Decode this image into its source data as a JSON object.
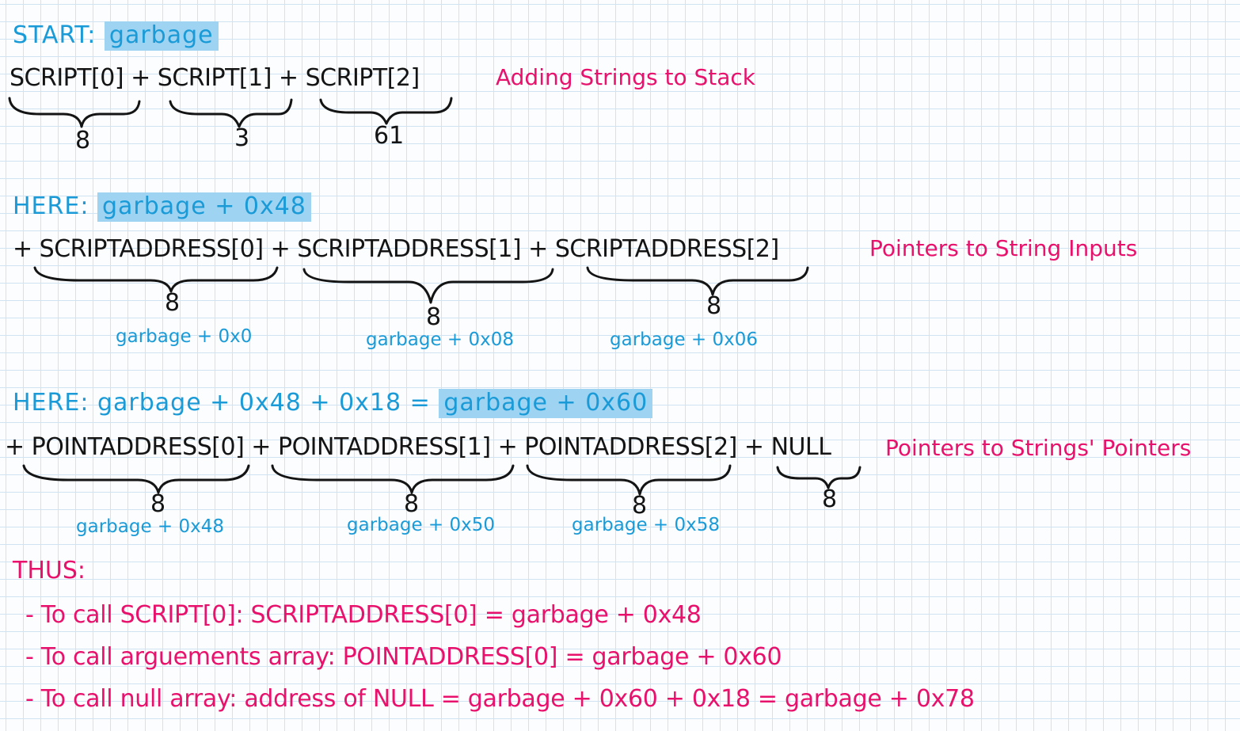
{
  "section_start": {
    "label": "START:",
    "value": "garbage",
    "line": "SCRIPT[0] + SCRIPT[1] + SCRIPT[2]",
    "sizes": [
      "8",
      "3",
      "61"
    ],
    "note": "Adding Strings to Stack"
  },
  "section_here1": {
    "label": "HERE:",
    "value": "garbage + 0x48",
    "line": "+ SCRIPTADDRESS[0] + SCRIPTADDRESS[1] + SCRIPTADDRESS[2]",
    "sizes": [
      "8",
      "8",
      "8"
    ],
    "offsets": [
      "garbage + 0x0",
      "garbage + 0x08",
      "garbage + 0x06"
    ],
    "note": "Pointers to String Inputs"
  },
  "section_here2": {
    "label": "HERE: garbage + 0x48 + 0x18 =",
    "value": "garbage + 0x60",
    "line": "+ POINTADDRESS[0] + POINTADDRESS[1] + POINTADDRESS[2] + NULL",
    "sizes": [
      "8",
      "8",
      "8",
      "8"
    ],
    "offsets": [
      "garbage + 0x48",
      "garbage + 0x50",
      "garbage + 0x58"
    ],
    "note": "Pointers to Strings' Pointers"
  },
  "thus": {
    "label": "THUS:",
    "lines": [
      "- To call SCRIPT[0]: SCRIPTADDRESS[0] = garbage + 0x48",
      "- To call arguements array: POINTADDRESS[0] = garbage + 0x60",
      "- To call null array: address of NULL = garbage + 0x60 + 0x18 = garbage + 0x78"
    ]
  }
}
